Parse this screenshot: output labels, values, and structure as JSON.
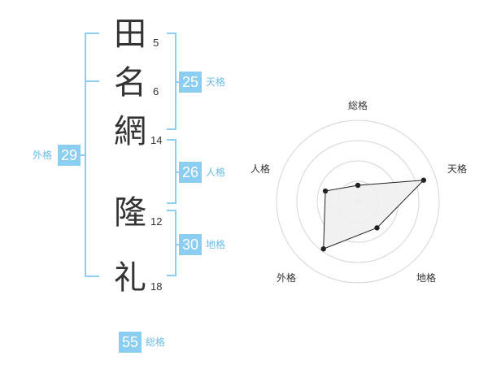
{
  "name_chars": [
    {
      "char": "田",
      "strokes": "5"
    },
    {
      "char": "名",
      "strokes": "6"
    },
    {
      "char": "網",
      "strokes": "14"
    },
    {
      "char": "隆",
      "strokes": "12"
    },
    {
      "char": "礼",
      "strokes": "18"
    }
  ],
  "fortunes": {
    "tenkaku": {
      "value": "25",
      "label": "天格"
    },
    "jinkaku": {
      "value": "26",
      "label": "人格"
    },
    "chikaku": {
      "value": "30",
      "label": "地格"
    },
    "gaikaku": {
      "value": "29",
      "label": "外格"
    },
    "soukaku": {
      "value": "55",
      "label": "総格"
    }
  },
  "colors": {
    "accent": "#8ccdf2",
    "accent_text": "#6fbbe6"
  },
  "chart_data": {
    "type": "radar",
    "axes": [
      "総格",
      "天格",
      "地格",
      "外格",
      "人格"
    ],
    "values": [
      0.2,
      0.85,
      0.4,
      0.72,
      0.42
    ],
    "rings": 4
  }
}
